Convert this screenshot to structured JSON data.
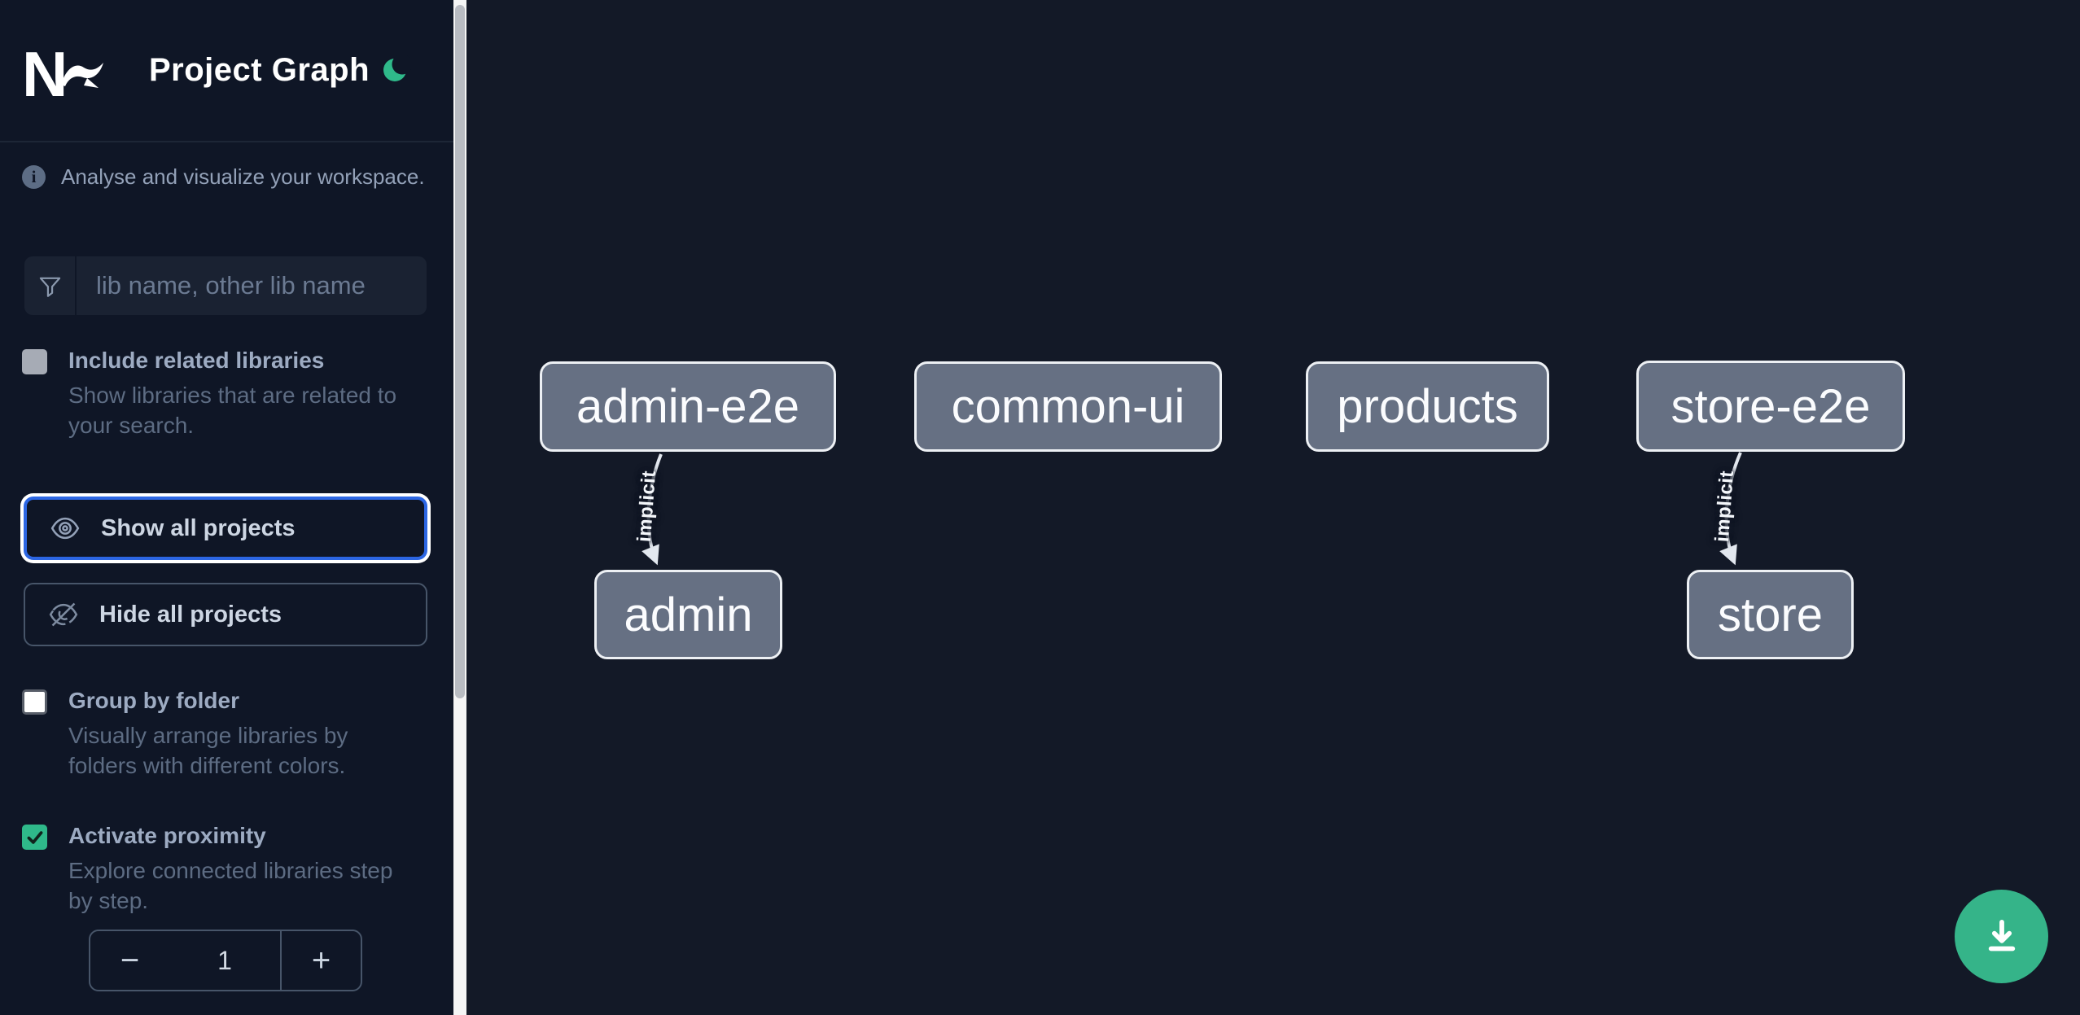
{
  "app": {
    "title": "Project Graph",
    "logo": "nx-logo",
    "theme_toggle_icon": "moon-icon"
  },
  "colors": {
    "sidebar_bg": "#0f1626",
    "canvas_bg": "#131927",
    "accent_green": "#2fb98a",
    "focus_blue": "#2c66e3",
    "node_fill": "#667083",
    "node_border": "#edf0f4",
    "text_muted": "#5d6c83",
    "text_label": "#9dabc2"
  },
  "sidebar": {
    "tagline": "Analyse and visualize your workspace.",
    "filter": {
      "placeholder": "lib name, other lib name",
      "value": "",
      "icon": "funnel-icon"
    },
    "toggles": [
      {
        "label": "Include related libraries",
        "description": "Show libraries that are related to your search.",
        "checked": false,
        "state": "disabled"
      },
      {
        "label": "Group by folder",
        "description": "Visually arrange libraries by folders with different colors.",
        "checked": false,
        "state": "enabled"
      },
      {
        "label": "Activate proximity",
        "description": "Explore connected libraries step by step.",
        "checked": true,
        "state": "enabled"
      }
    ],
    "buttons": {
      "show_all": "Show all projects",
      "hide_all": "Hide all projects"
    },
    "proximity_stepper": {
      "decrement": "−",
      "value": "1",
      "increment": "+"
    }
  },
  "graph": {
    "nodes": [
      {
        "label": "admin-e2e"
      },
      {
        "label": "common-ui"
      },
      {
        "label": "products"
      },
      {
        "label": "store-e2e"
      },
      {
        "label": "admin"
      },
      {
        "label": "store"
      }
    ],
    "edges": [
      {
        "from": "admin-e2e",
        "to": "admin",
        "label": "implicit"
      },
      {
        "from": "store-e2e",
        "to": "store",
        "label": "implicit"
      }
    ]
  },
  "fab": {
    "icon": "download-icon",
    "action": "save-image"
  }
}
